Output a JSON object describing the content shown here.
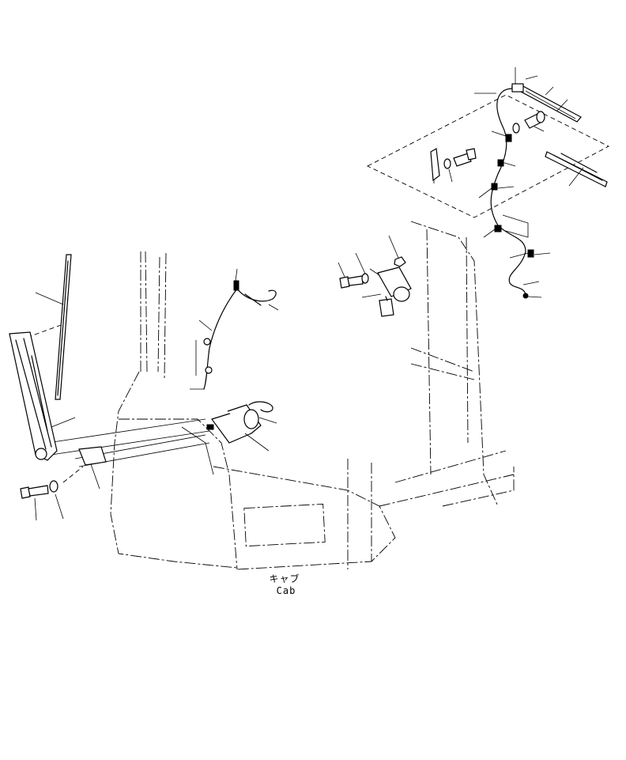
{
  "caption": {
    "japanese": "キャブ",
    "english": "Cab"
  },
  "colors": {
    "line": "#000000",
    "background": "#ffffff"
  },
  "parts": [
    "front-wiper-blade",
    "front-wiper-arm",
    "arm-mount-bracket",
    "bolt",
    "washer",
    "washer-nozzle-hose",
    "hose-clip",
    "front-wiper-motor",
    "rear-wiper-motor",
    "rear-wiper-arm",
    "rear-wiper-blade",
    "rear-wiring-harness",
    "cover-plate",
    "rear-washer-hose-clip"
  ]
}
